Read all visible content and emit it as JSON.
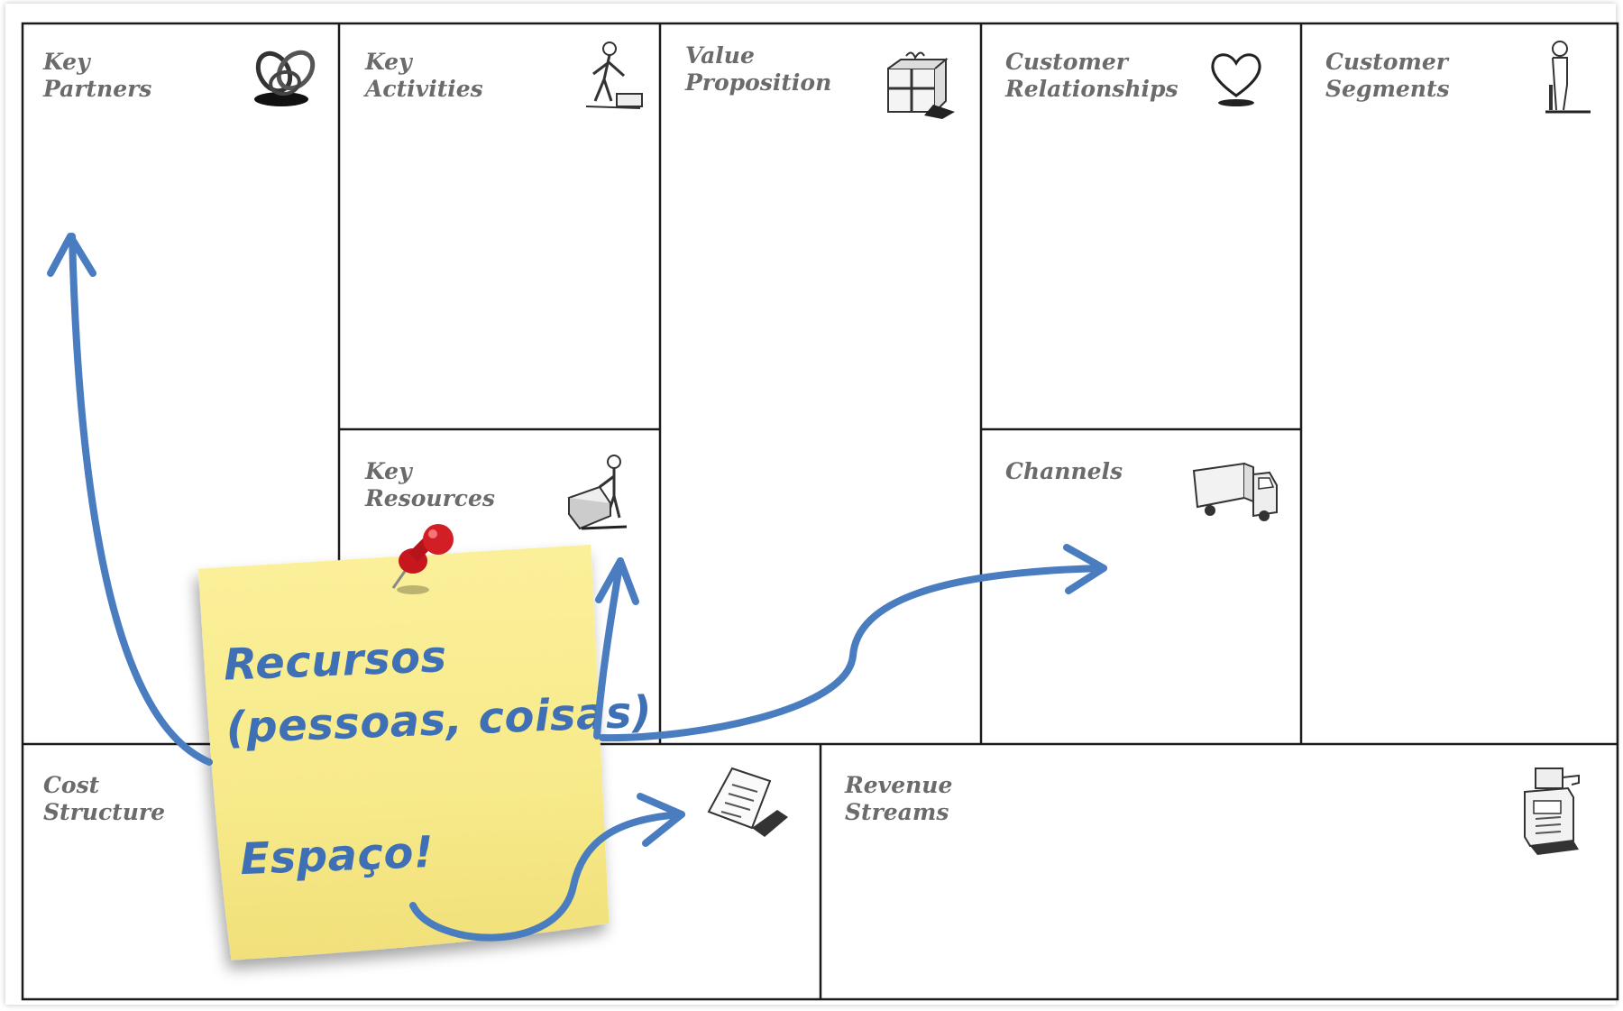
{
  "canvas": {
    "key_partners": "Key\nPartners",
    "key_activities": "Key\nActivities",
    "value_proposition": "Value\nProposition",
    "customer_relationships": "Customer\nRelationships",
    "customer_segments": "Customer\nSegments",
    "key_resources": "Key\nResources",
    "channels": "Channels",
    "cost_structure": "Cost\nStructure",
    "revenue_streams": "Revenue\nStreams"
  },
  "note": {
    "line1": "Recursos",
    "line2": "(pessoas, coisas)",
    "line3": "Espaço!"
  },
  "colors": {
    "grid": "#1a1a1a",
    "label": "#6b6b6b",
    "arrow": "#4a7cc0",
    "note": "#f7ea8a",
    "pin": "#d21f26"
  },
  "icons": [
    "chain-links-icon",
    "worker-icon",
    "gift-box-icon",
    "heart-icon",
    "person-icon",
    "forklift-icon",
    "truck-icon",
    "invoice-icon",
    "cash-register-icon",
    "pushpin-icon"
  ]
}
